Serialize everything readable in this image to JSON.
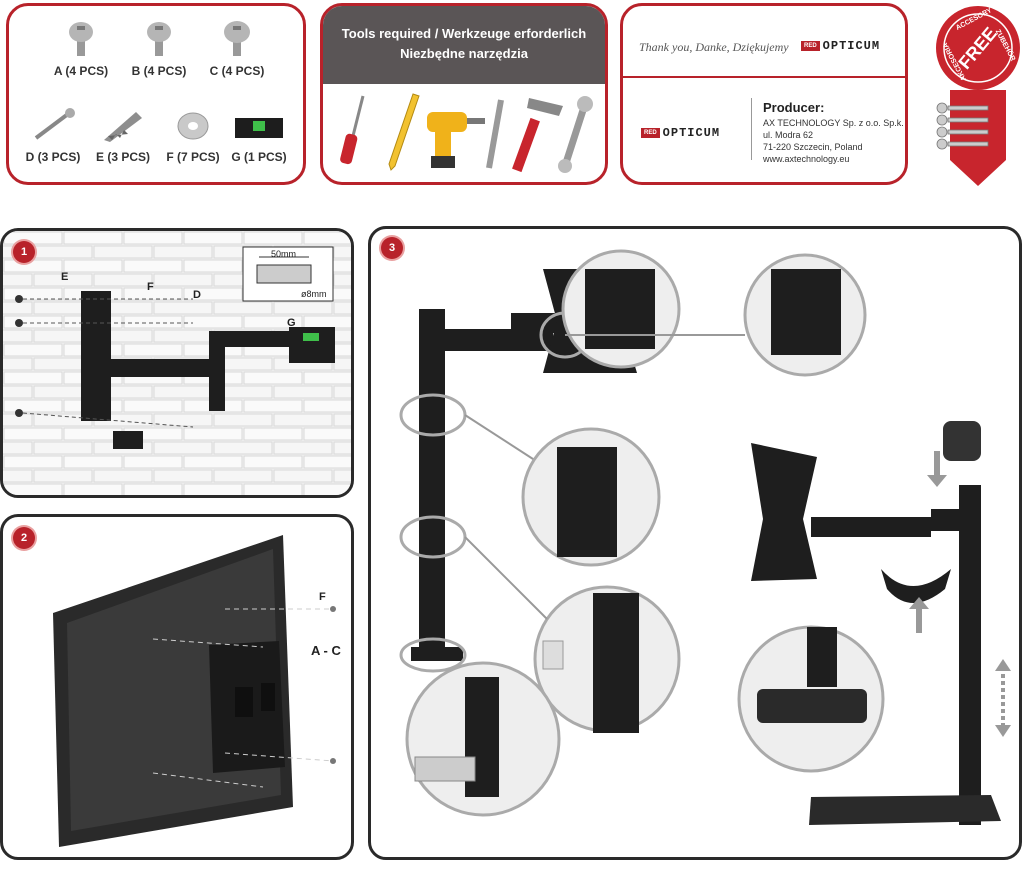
{
  "parts": [
    {
      "label": "A (4 PCS)",
      "icon": "bolt-a-icon"
    },
    {
      "label": "B (4 PCS)",
      "icon": "bolt-b-icon"
    },
    {
      "label": "C (4 PCS)",
      "icon": "bolt-c-icon"
    },
    {
      "label": "D (3 PCS)",
      "icon": "screw-icon"
    },
    {
      "label": "E (3 PCS)",
      "icon": "wall-plug-icon"
    },
    {
      "label": "F (7 PCS)",
      "icon": "washer-icon"
    },
    {
      "label": "G (1 PCS)",
      "icon": "spirit-level-icon"
    }
  ],
  "tools": {
    "title_line1": "Tools required / Werkzeuge erforderlich",
    "title_line2": "Niezbędne narzędzia",
    "items": [
      "screwdriver-icon",
      "pencil-icon",
      "drill-icon",
      "drill-bit-icon",
      "hammer-icon",
      "wrench-icon"
    ]
  },
  "producer": {
    "thanks": "Thank you, Danke, Dziękujemy",
    "brand": "OPTICUM",
    "brand_prefix": "RED",
    "title": "Producer:",
    "lines": [
      "AX TECHNOLOGY Sp. z o.o. Sp.k.",
      "ul. Modra 62",
      "71-220 Szczecin, Poland",
      "www.axtechnology.eu"
    ]
  },
  "badge": {
    "text_top": "ACCESORY",
    "text_right": "ZUBEHÖR",
    "text_left": "AKCESORIA",
    "center": "FREE"
  },
  "steps": {
    "step1": {
      "number": "1",
      "labels": {
        "e": "E",
        "f": "F",
        "d": "D",
        "g": "G"
      },
      "drill_width": "50mm",
      "drill_diameter": "ø8mm"
    },
    "step2": {
      "number": "2",
      "labels": {
        "f": "F",
        "ac": "A - C"
      }
    },
    "step3": {
      "number": "3"
    }
  },
  "colors": {
    "accent": "#b8222a",
    "dark_gray": "#5a5556",
    "mount_black": "#1e1e1e"
  }
}
